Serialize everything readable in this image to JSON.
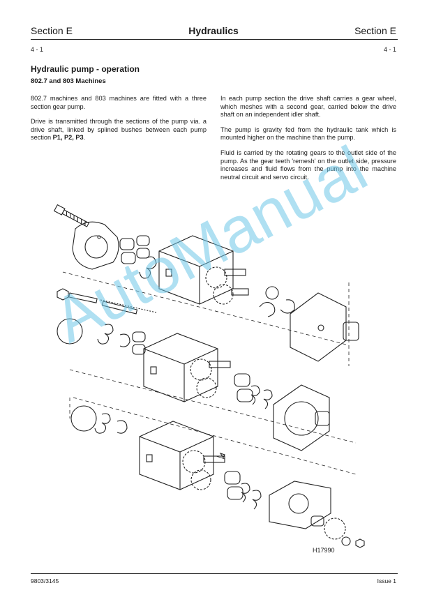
{
  "header": {
    "section_left": "Section E",
    "title": "Hydraulics",
    "section_right": "Section E",
    "page_left": "4 - 1",
    "page_right": "4 - 1"
  },
  "heading": {
    "title": "Hydraulic pump - operation",
    "subtitle": "802.7 and 803 Machines"
  },
  "body": {
    "left": {
      "p1": "802.7 machines and 803  machines are fitted with a three section gear pump.",
      "p2_text": "Drive is transmitted through the sections of the pump via. a drive shaft, linked by splined bushes between each pump section ",
      "p2_bold": "P1, P2, P3",
      "p2_end": "."
    },
    "right": {
      "p1": "In each pump section the drive shaft carries a gear wheel, which meshes with a second gear, carried below the drive shaft on an independent idler shaft.",
      "p2": "The pump is gravity fed from the hydraulic tank which is mounted higher on the machine than the pump.",
      "p3": "Fluid is carried by the rotating gears to the outlet side of the pump. As the gear teeth 'remesh' on the outlet side, pressure increases and fluid flows from the pump into the machine neutral circuit and servo circuit."
    }
  },
  "figure": {
    "ref": "H17990",
    "watermark": "AutoManual"
  },
  "footer": {
    "left": "9803/3145",
    "right": "Issue   1"
  }
}
